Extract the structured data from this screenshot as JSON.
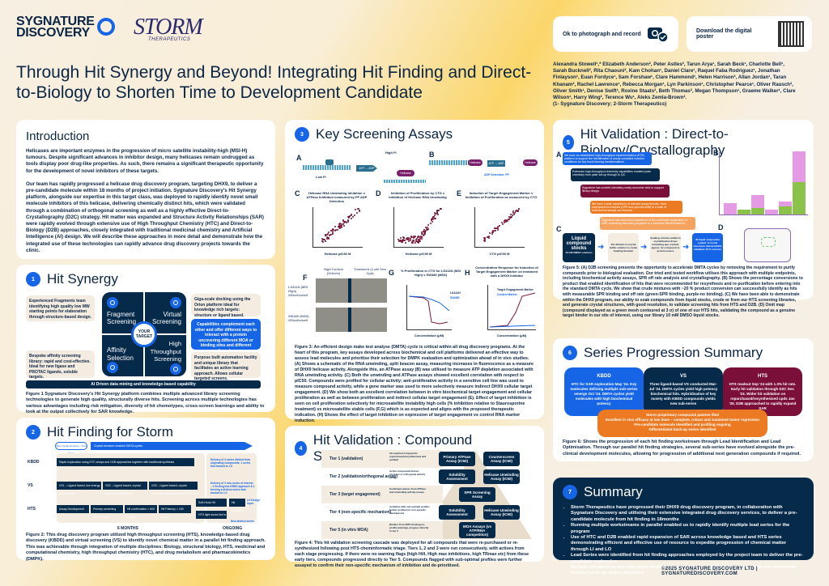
{
  "header": {
    "logo_sygnature": "SYGNATURE DISCOVERY",
    "logo_storm": "STORM",
    "logo_storm_sub": "THERAPEUTICS",
    "title": "Through Hit Synergy and Beyond! Integrating Hit Finding and Direct-to-Biology to Shorten Time to Development Candidate",
    "photo_label": "Ok to photograph and record",
    "download_label": "Download the digital poster",
    "authors": "Alexandra Stowell¹,* Elizabeth Anderson², Peter Astles², Tarun Arya¹, Sarah Beck¹, Charlotte Bell¹, Sarah Bucknell², Rita Chaouni², Kam Chohan¹, Daniel Clare¹, Raquel Faba Rodriguez¹, Jonathan Finlayson¹, Euan Fordyce¹, Sam Forshaw¹, Clare Hammond¹, Helen Harrison², Allan Jordan¹, Taran Khanam², Rachel Lawrence¹, Rebecca Morgan¹, Lyn Parkinson¹, Christopher Pearce¹, Oliver Rausch², Oliver Smith¹, Denise Swift¹, Roxine Staats², Beth Thomas², Megan Thompson¹, Graeme Walker¹, Clare Wilson¹, Harry Wing², Terence Wu¹, Aleks Zemla-Brown².",
    "affiliations": "(1- Sygnature Discovery; 2-Storm Therapeutics)"
  },
  "intro": {
    "title": "Introduction",
    "p1": "Helicases are important enzymes in the progression of micro satellite instability-high (MSI-H) tumours. Despite significant advances in inhibitor design, many helicases remain undrugged as tools display poor drug-like properties. As such, there remains a significant therapeutic opportunity for the development of novel inhibitors of these targets.",
    "p2": "Our team has rapidly progressed a helicase drug discovery program, targeting DHX9, to deliver a pre-candidate molecule within 18 months of project initiation. Sygnature Discovery's Hit Synergy platform, alongside our expertise in this target class, was deployed to rapidly identify novel small molecule inhibitors of this helicase, delivering chemically distinct hits, which were validated through a combination of orthogonal screening as well as a highly effective Direct-to-Crystallography (D2C) strategy. Hit matter was expanded and Structure Activity Relationships (SAR) were rapidly evolved through extensive use of High Throughput Chemistry (HTC) and Direct-to-Biology (D2B) approaches, closely integrated with traditional medicinal chemistry and Artificial Intelligence (AI) design. We will describe these approaches in more detail and demonstrate how the integrated use of these technologies can rapidly advance drug discovery projects towards the clinic."
  },
  "s1": {
    "num": "1",
    "title": "Hit Synergy",
    "box_tl": "Experienced Fragments team identifying high quality low MW starting points for elaboration through structure-based design.",
    "box_bl": "Bespoke affinity screening library: rapid and cost-effective. Ideal for new ligase and PROTAC ligands, soluble targets.",
    "box_tr": "Giga-scale docking using the Orion platform ideal for knowledge rich targets: structure or ligand based.",
    "box_mr": "Capabilities complement each other and offer different ways to interact with a protein uncovering different MOA or binding sites and different ligands.",
    "box_br": "Purpose built automation facility and unique library that facilitates an active learning approach. Allows cellular targeted screens.",
    "q1": "Fragment Screening",
    "q2": "Virtual Screening",
    "q3": "Affinity Selection",
    "q4": "High Throughput Screening",
    "center": "YOUR TARGET",
    "bar": "AI Driven data mining and knowledge-based capability",
    "caption": "Figure 1 Sygnature Discovery's Hit Synergy platform combines multiple advanced library screening technologies to generate high quality, structurally diverse hits. Screening across multiple technologies has various advantages including risk mitigation, diversity of hit chemotypes, cross-screen learnings and ability to look at the output collectively for SAR knowledge."
  },
  "s2": {
    "num": "2",
    "title": "Hit Finding for Storm",
    "top_pill": "First crystal structure – Tool X-ray",
    "top_arrow": "Crystal structure enabled DMTA cycles",
    "rows": [
      "KBDD",
      "VS",
      "HTS"
    ],
    "kbdd_bar": "Rapid exploration using HTC arrays and D2B approaches together with traditional synthesis",
    "vs_bars": [
      "VS1 – Ligand based, low energy conformation",
      "VS2 – Ligand based, crystal structure conformation",
      "VS3 – Ligand based, crystal structure conformation from VS1 hits"
    ],
    "hts_bars": [
      "Assay Development",
      "Primary screening 220K cmpds",
      "Hit confirmation > 600 cmpds",
      "Hit Potency > 150 cmpds"
    ],
    "kbdd_out": "Delivery of 3 series distinct from originating compounds: 1 series fast-tracked to LO",
    "vs_out": "Delivery of 3 new series of interest – 2 feeding into KBDD approach & 1 forming a distinct series fast-tracked to LO",
    "hts_out": "LO Design Input",
    "hts_out2": "New distinct series",
    "hts_ongoing": [
      "Soft-Hook Hit Expansion",
      "Hit Validation",
      "HTS light docks fed to Crystallography"
    ],
    "time_left": "6 MONTHS",
    "time_right": "ONGOING",
    "caption": "Figure 2: This drug discovery program utilized high throughput screening (HTS), knowledge-based drug discovery (KBDD) and virtual screening (VS) to identify novel chemical matter in a parallel hit finding approach. This was achievable through integration of multiple disciplines: Biology, structural biology, HTS, medicinal and computational chemistry, high throughput chemistry (HTC), and drug metabolism and pharmacokinetics (DMPK)."
  },
  "s3": {
    "num": "3",
    "title": "Key Screening Assays",
    "labels": [
      "A",
      "B",
      "C",
      "D",
      "E",
      "F",
      "G",
      "H"
    ],
    "a_low": "Low FI",
    "a_high": "High FI",
    "a_arrow": "ATP → ADP",
    "helicase": "Helicase",
    "b_arrow": "ATP → ADP",
    "b_detect": "ADP Detection: FP",
    "c_title": "Helicase RNA Unwinding Inhibition v ATPase Inhibition measured by FP ADP Detection",
    "d_title": "Inhibition of Proliferation by CTG v Inhibition of Helicase RNA Unwinding",
    "e_title": "Induction of Target Engagement Marker v Inhibition of Proliferation as measured by CTG",
    "c_xlabel": "Helicase pIC50 M",
    "c_ylabel": "FP pIC50 M",
    "d_xlabel": "Helicase pIC50 M",
    "d_ylabel": "CTG pIC50 M",
    "e_xlabel": "CTG pIC50 M",
    "e_ylabel": "RT-qPCR pEC50 M",
    "f_col1": "High Control (Vehicle)",
    "f_col2": "Treatment (1 uM Test Cpd)",
    "f_row1": "LS411N (MSI High) 250cells/well",
    "f_row2": "SW480 (MSS) 250cells/well",
    "g_title": "% Proliferation in CTG for LS411N (MSI High) v SW480 (MSS)",
    "g_legend": [
      "LS411N",
      "SW480"
    ],
    "g_xlabel": "Concentration (µM)",
    "g_ylabel": "% P ctrl treatment",
    "h_title": "Concentration Response for Induction of Target Engagement Marker on treatment with a DHX9 Inhibitor",
    "h_legend": [
      "Target Engagement Marker",
      "Control Marker"
    ],
    "h_xlabel": "Concentration (µM)",
    "h_ylabel": "Gene expression fold change",
    "caption": "Figure 3: An efficient design make test analyse (DMTA) cycle is critical within all drug discovery programs. At the heart of this program, key assays developed across biochemical and cell platforms delivered an effective way to assess lead molecules and prioritise their selection for DMPK evaluation and optimization ahead of in vivo studies. (A) Shows a schematic of the RNA unwinding, split beacon assay, measuring increases in fluorescence as a measure of DHX9 helicase activity. Alongside this, an ATPase assay (B) was utilised to measure ATP depletion associated with RNA unwinding activity. (C) Both the unwinding and ATPase assays showed excellent correlation with respect to pIC50. Compounds were profiled for cellular activity; anti-proliferative activity in a sensitive cell line was used to measure compound activity, while a gene marker was used to more selectively measure indirect DHX9 cellular target engagement. (D) We show both an excellent correlation between in vitro biochemical target engagement and cellular proliferation as well as between proliferation and indirect cellular target engagement (E). Effect of target inhibition is seen on cell proliferation selectively for microsatellite instability high cells (% inhibition relative to Staurosporine treatment) vs microsatellite stable cells (F,G) which is as expected and aligns with the proposed therapeutic indication. (H) Shows the effect of target inhibition on expression of target engagement vs control RNA marker induction."
  },
  "s4": {
    "num": "4",
    "title": "Hit Validation : Compound Screening Triage",
    "tiers": [
      {
        "name": "Tier 1 (validation)",
        "desc": "All selected compounds repurchased/resynthesised and purified"
      },
      {
        "name": "Tier 2 (validation/orthogonal assay)",
        "desc": "Active compounds/series progress to orthogonal activity assay"
      },
      {
        "name": "Tier 3 (target engagement)",
        "desc": "Confirmed actives from ATPase and unwinding activity assays"
      },
      {
        "name": "Tier 4 (non-specific mechanism)",
        "desc": "Activities with sub-optimal profiles further profiled for non-specific mechanisms"
      },
      {
        "name": "Tier 5 (in vitro MOA)",
        "desc": "Binders from SPR showing no-profile warnings progress directly to tier 5"
      }
    ],
    "boxes": [
      "Primary ATPase Assay (IC50)",
      "Counterscreen Assay (IC50)",
      "Solubility Assessment",
      "Helicase Unwinding Assay (IC50)",
      "SPR Screening Assay",
      "Solubility Assessment",
      "Helicase Unwinding Assay (IC50)",
      "MOA Assays (vs ATP/RNA competition)"
    ],
    "caption": "Figure 4: This hit validation screening cascade was deployed for all compounds that were re-purchased or re-synthesized following post HTS cheminformatic triage. Tiers 1, 2 and 3 were run consecutively, with actives from each stage progressing. If there were no warning flags (high Hill, High max inhibitions, high TRmax etc) from these early tiers, compounds progressed directly to Tier 5. Compounds flagged with sub-optimal profiles were further assayed to confirm their non-specific mechanism of inhibition and de-prioritised."
  },
  "s5": {
    "num": "5",
    "title": "Hit Validation : Direct-to-Biology/Crystallography",
    "steps": [
      {
        "text": "We have an established high-throughput experimentation (HTE) platform to support the identification of assay compliant reaction conditions for key bond-forming transformations.",
        "color": "#1565e6"
      },
      {
        "text": "Extensive high-throughput chemistry capabilities enabled plate chemistry from plate set-up through to QC.",
        "color": "#062a4a"
      },
      {
        "text": "Sygnature has curated chemistry-ready monomer sets to support library design.",
        "color": "#7a0f3a"
      },
      {
        "text": "We have a wide experience of relevant assay formats, from biophysical techniques (SPR and spectral shift) to a suite of biochemical assays and beyond.",
        "color": "#ec7a22"
      },
      {
        "text": "Sygnature has real-world experience of the successful application of D2B, expediting discovery programs in a resource-efficient fashion.",
        "color": "#f6a35f"
      }
    ],
    "c_steps": [
      {
        "title": "Liquid compound stocks",
        "sub": "10 mM DMSO solutions"
      },
      {
        "title": "",
        "sub": "40x dilution in crystal buffer solution to create Soaking Solution"
      },
      {
        "title": "",
        "sub": "Soaking solution added to crystallisation drops containing apo crystals. approx. 3x compound to protein excess"
      },
      {
        "title": "",
        "sub": "40 liquid compounds soaked. 8 crystal structures delivered/Hits validated. 20 % success"
      }
    ],
    "caption": "Figure 5: (A) D2B screening presents the opportunity to accelerate DMTA cycles by removing the requirement to purify compounds prior to biological evaluation. Our tried and tested workflow utilises this approach with multiple endpoints, including biochemical activity assays, SPR off rate analysis and crystallography. (B) Shows the percentage conversions to product that enabled identification of hits that were recommended for resynthesis and re-purification before entering into the standard DMTA cycle. We show that crude mixtures with ~20 % product conversion can successfully identify as hits with measurable SPR binding and off rate (green-SPR binding, purple-no binding). (C) We have been able to demonstrate within the DHX9 program, our ability to soak compounds from liquid stocks, crude or from our HTS screening libraries, and generate crystal structures, with good resolution, to validate screening hits from HTS and D2B. (D) Omit map (compound displayed as a green mesh contoured at 3 σ) of one of our HTS hits, validating the compound as a genuine target binder in our site of interest, using our library 10 mM DMSO liquid stocks."
  },
  "s6": {
    "num": "6",
    "title": "Series Progression Summary",
    "kbdd": {
      "title": "KBDD",
      "text": "HTC for SAR exploration May '24. Key molecules defining multiple sub-series emerge Oct '24. DMTA cycles yield molecules with high biochemical potency",
      "color": "#1565e6"
    },
    "vs": {
      "title": "VS",
      "text": "Three ligand-based VS conducted Mar-Jul '24. DMTA cycles yield high potency biochemical hits. Hybridisation of key moiety with KBDD compounds yields new sub-series",
      "color": "#062a4a"
    },
    "hts": {
      "title": "HTS",
      "text": "HTS readout Sep '24 with 1.3% hit rate. Early hit validation through D2C Dec '24. Wider hit validation on repurchased/resynthesised cpds Jan '25. D2B approached to rapidly expand SAR",
      "color": "#7a0f3a"
    },
    "bottom": {
      "lines": [
        "Storm proprietary compound patents filed",
        "Excellent in vivo efficacy at low dose – complete, robust and sustained tumor regression",
        "Pre-candidate molecule identified and profiling ongoing",
        "Differentiated back-up series identified"
      ],
      "color": "#ec7a22"
    },
    "caption": "Figure 6: Shows the progression of each hit finding workstream through Lead Identification and Lead Optimisation. Through our parallel hit finding strategies, several sub-series have evolved alongside the pre-clinical development molecules, allowing for progression of additional next generation compounds if required."
  },
  "s7": {
    "num": "7",
    "title": "Summary",
    "bullets": [
      "Storm Therapeutics have progressed their DHX9 drug discovery program, in collaboration with Sygnature Discovery and utilising their extensive integrated drug discovery services, to deliver a pre-candidate molecule from hit finding in 18months",
      "Running multiple workstreams in parallel enabled us to rapidly identify multiple lead series for the program",
      "Use of HTC and D2B enabled rapid expansion of SAR across knowledge based and HTS series demonstrating efficient and effective use of resource to expedite progression of chemical matter through LI and LO",
      "Lead Series were identified from hit finding approaches employed by the project team to deliver the pre-candidate molecules",
      "Multiple chemical series with good profiles emerged from our DMTA explorations with two chemically distinct back-up series identified"
    ]
  },
  "footer": "©2025 SYGNATURE DISCOVERY LTD | SYGNATUREDISCOVERY.COM",
  "colors": {
    "navy": "#062a4a",
    "blue": "#1565e6",
    "maroon": "#7a0f3a",
    "orange": "#ec7a22",
    "beige": "#f4ece0"
  }
}
